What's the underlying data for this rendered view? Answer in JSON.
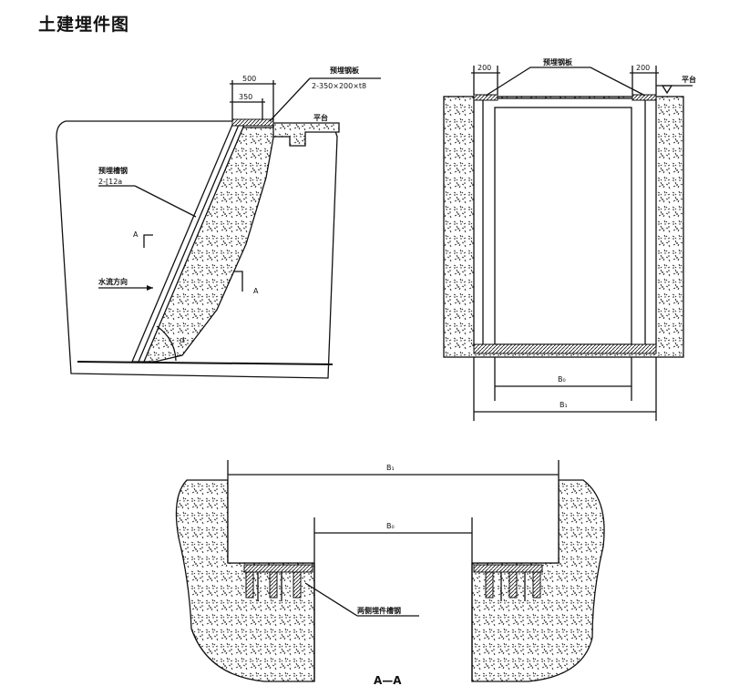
{
  "title": "土建埋件图",
  "side_view": {
    "dim_outer": "500",
    "dim_inner": "350",
    "plate_label": "预埋钢板",
    "plate_spec": "2-350×200×t8",
    "platform": "平台",
    "channel_label": "预埋槽钢",
    "channel_spec": "2-[12a",
    "flow_direction": "水流方向",
    "section_mark": "A",
    "angle": "α"
  },
  "front_view": {
    "dim_left": "200",
    "dim_right": "200",
    "plate_label": "预埋钢板",
    "platform": "平台",
    "inner_width": "B₀",
    "outer_width": "B₁"
  },
  "section_view": {
    "width_top": "B₁",
    "width_inner": "B₀",
    "callout": "两侧埋件槽钢",
    "section_title": "A—A"
  },
  "colors": {
    "line": "#111111",
    "concrete": "#ffffff"
  }
}
